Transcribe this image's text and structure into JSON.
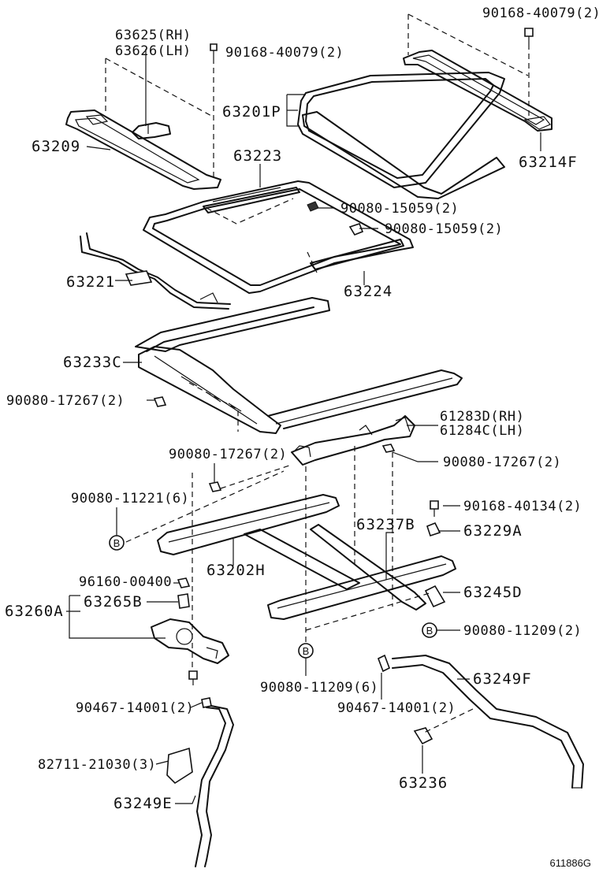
{
  "labels": {
    "p63625": "63625(RH)",
    "p63626": "63626(LH)",
    "p90168_top_left": "90168-40079(2)",
    "p90168_top_right": "90168-40079(2)",
    "p63201p": "63201P",
    "p63209": "63209",
    "p63214f": "63214F",
    "p63223": "63223",
    "p90080_15059_a": "90080-15059(2)",
    "p90080_15059_b": "90080-15059(2)",
    "p63221": "63221",
    "p63224": "63224",
    "p63233c": "63233C",
    "p90080_17267_a": "90080-17267(2)",
    "p61283d": "61283D(RH)",
    "p61284c": "61284C(LH)",
    "p90080_17267_b": "90080-17267(2)",
    "p90080_17267_c": "90080-17267(2)",
    "p90080_11221": "90080-11221(6)",
    "p90168_40134": "90168-40134(2)",
    "p63237b": "63237B",
    "p63229a": "63229A",
    "p63202h": "63202H",
    "p96160": "96160-00400",
    "p63260a": "63260A",
    "p63265b": "63265B",
    "p63245d": "63245D",
    "p90080_11209_a": "90080-11209(2)",
    "p90080_11209_b": "90080-11209(6)",
    "p63249f": "63249F",
    "p90467_a": "90467-14001(2)",
    "p90467_b": "90467-14001(2)",
    "p82711": "82711-21030(3)",
    "p63236": "63236",
    "p63249e": "63249E"
  },
  "markers": {
    "b": "B"
  },
  "drawing_id": "611886G"
}
